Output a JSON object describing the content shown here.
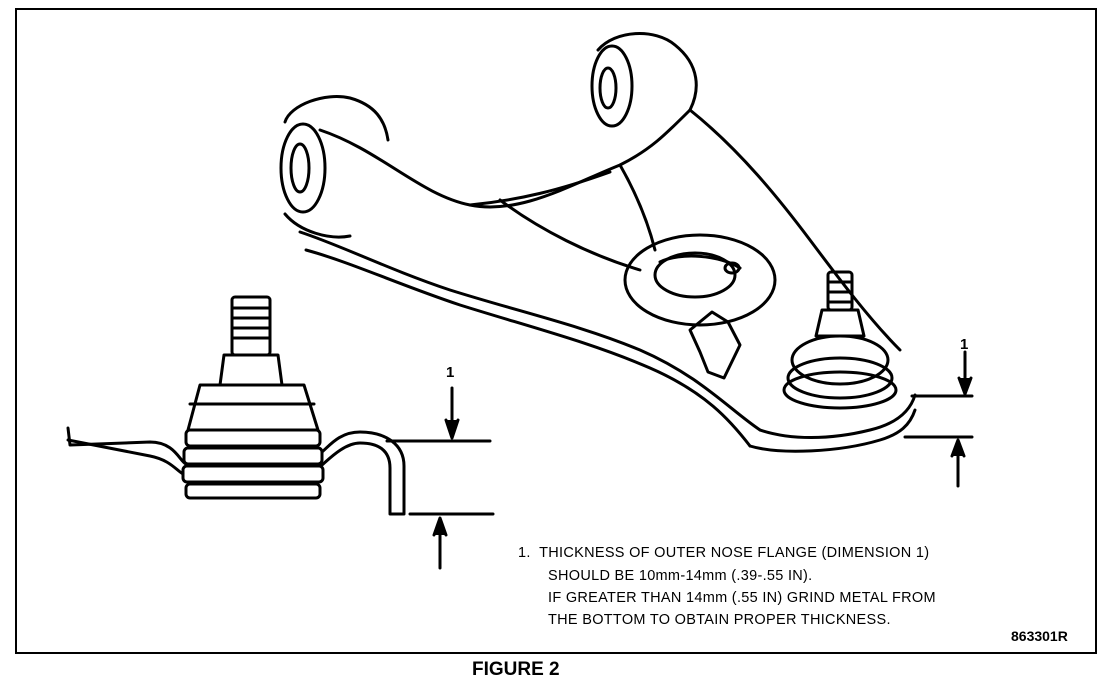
{
  "figure": {
    "caption": "FIGURE 2",
    "part_number": "863301R",
    "dimension_label_left": "1",
    "dimension_label_right": "1"
  },
  "note": {
    "line1": "1.  THICKNESS OF OUTER NOSE FLANGE (DIMENSION 1)",
    "line2": "SHOULD BE 10mm-14mm (.39-.55 IN).",
    "line3": "IF GREATER THAN 14mm (.55 IN) GRIND METAL FROM",
    "line4": "THE BOTTOM TO OBTAIN PROPER THICKNESS."
  }
}
